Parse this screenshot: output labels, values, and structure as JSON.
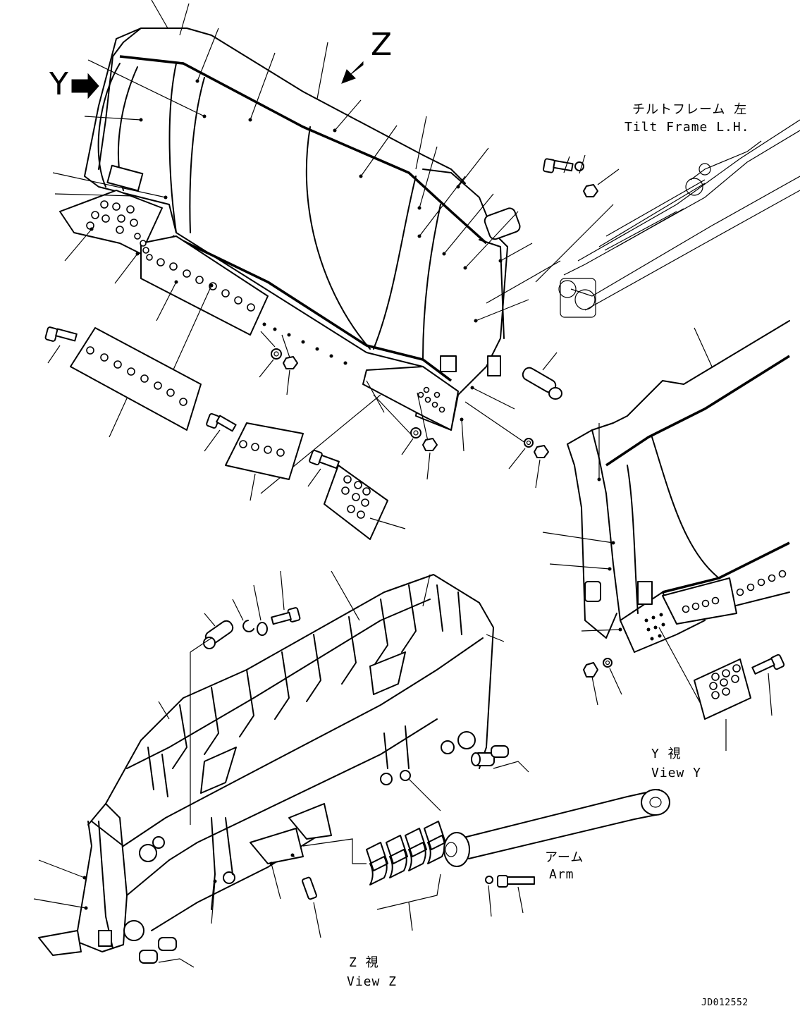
{
  "document_id": "JD012552",
  "view_markers": {
    "y": "Y",
    "z": "Z"
  },
  "tilt_frame": {
    "jp": "チルトフレーム 左",
    "en": "Tilt Frame L.H."
  },
  "view_y": {
    "jp": "Y 視",
    "en": "View Y"
  },
  "view_z": {
    "jp": "Z 視",
    "en": "View Z"
  },
  "arm": {
    "jp": "アーム",
    "en": "Arm"
  }
}
